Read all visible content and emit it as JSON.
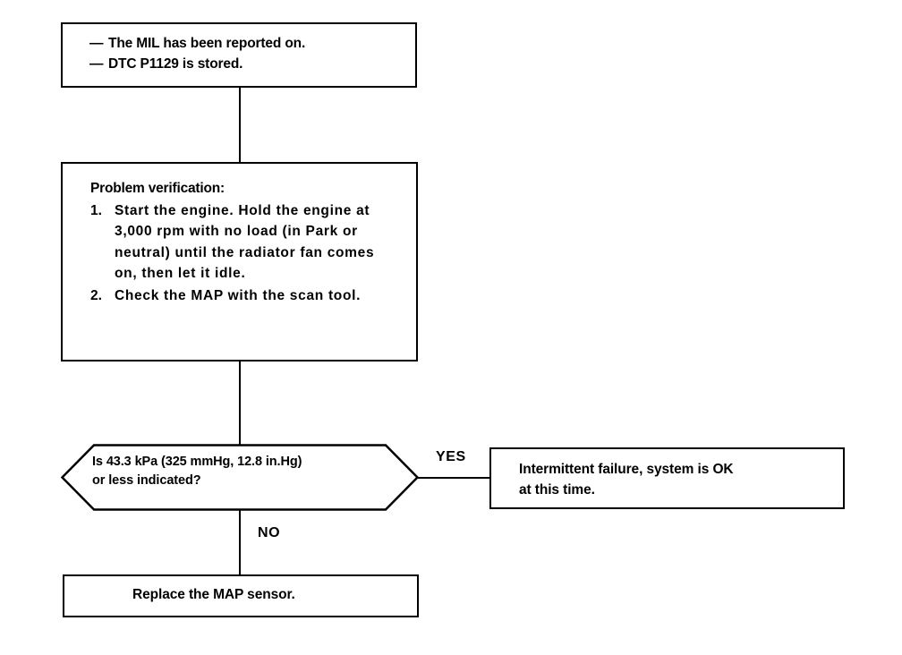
{
  "document": {
    "title": "DTC P1129 Troubleshooting Flowchart",
    "ink_color": "#000000",
    "background_color": "#ffffff"
  },
  "symptom_box": {
    "name": "symptom-box",
    "items": [
      {
        "marker": "—",
        "text": "The MIL has been reported on."
      },
      {
        "marker": "—",
        "text": "DTC P1129 is stored."
      }
    ]
  },
  "verification_box": {
    "heading": "Problem verification:",
    "steps": [
      {
        "number": "1.",
        "text": "Start the engine. Hold the engine at 3,000 rpm with no load (in Park or neutral) until the radiator fan comes on, then let it idle."
      },
      {
        "number": "2.",
        "text": "Check the MAP with the scan tool."
      }
    ]
  },
  "decision": {
    "line1": "Is 43.3 kPa (325 mmHg, 12.8 in.Hg)",
    "line2": "or less indicated?",
    "branches": {
      "yes_label": "YES",
      "no_label": "NO"
    }
  },
  "ok_box": {
    "line1": "Intermittent failure, system is OK",
    "line2": "at this time."
  },
  "replace_box": {
    "text": "Replace the MAP sensor."
  }
}
